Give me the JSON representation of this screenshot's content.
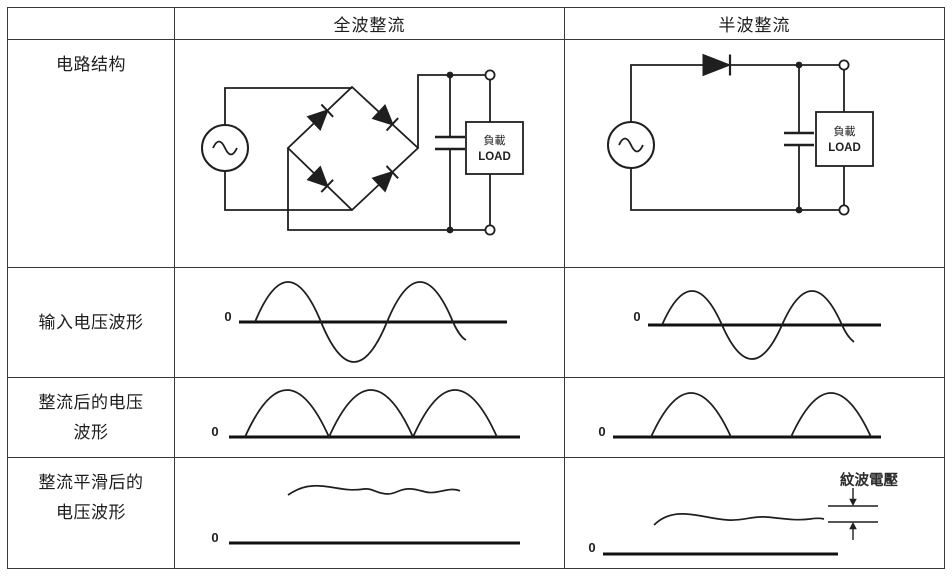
{
  "header": {
    "full_wave": "全波整流",
    "half_wave": "半波整流"
  },
  "rows": {
    "circuit_label": "电路结构",
    "input_label": "输入电压波形",
    "rectified_label": "整流后的电压波形",
    "smoothed_label": "整流平滑后的电压波形"
  },
  "circuit": {
    "load_cn": "負載",
    "load_en": "LOAD"
  },
  "waveform": {
    "zero": "0",
    "ripple_label": "紋波電壓"
  },
  "colors": {
    "ink": "#1f1f1f",
    "table_border": "#3a3a3a",
    "background": "#ffffff"
  }
}
